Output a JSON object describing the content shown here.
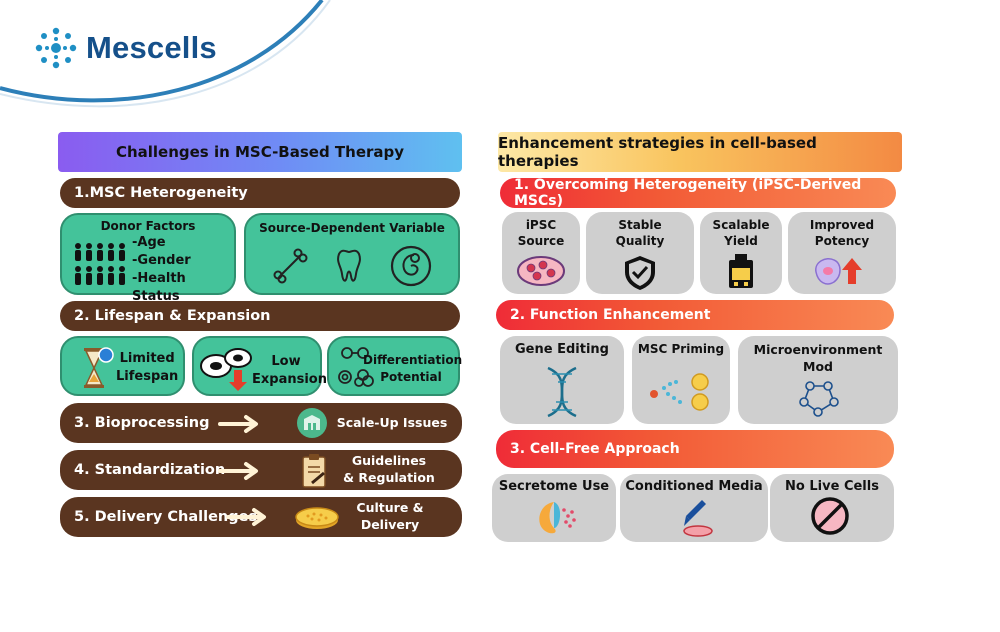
{
  "brand": {
    "name": "Mescells"
  },
  "left": {
    "title": "Challenges in MSC-Based Therapy",
    "s1": {
      "title": "1.MSC Heterogeneity",
      "donor_title": "Donor Factors",
      "donor_items": [
        "-Age",
        "-Gender",
        "-Health Status"
      ],
      "source_title": "Source-Dependent Variable"
    },
    "s2": {
      "title": "2. Lifespan & Expansion",
      "items": [
        "Limited\nLifespan",
        "Low\nExpansion",
        "Differentiation\nPotential"
      ]
    },
    "s3": {
      "title": "3. Bioprocessing",
      "result": "Scale-Up Issues"
    },
    "s4": {
      "title": "4. Standardization",
      "result": "Guidelines\n& Regulation"
    },
    "s5": {
      "title": "5. Delivery Challenges",
      "result": "Culture &\nDelivery"
    }
  },
  "right": {
    "title": "Enhancement strategies in cell-based therapies",
    "s1": {
      "title": "1. Overcoming Heterogeneity (iPSC-Derived MSCs)",
      "cards": [
        "iPSC\nSource",
        "Stable\nQuality",
        "Scalable\nYield",
        "Improved\nPotency"
      ]
    },
    "s2": {
      "title": "2. Function Enhancement",
      "cards": [
        "Gene Editing",
        "MSC Priming",
        "Microenvironment\nMod"
      ]
    },
    "s3": {
      "title": "3. Cell-Free Approach",
      "cards": [
        "Secretome Use",
        "Conditioned Media",
        "No Live Cells"
      ]
    }
  },
  "colors": {
    "brown": "#5a3520",
    "green": "#44c39a",
    "grey": "#cfcfcf",
    "brand": "#15508a"
  }
}
